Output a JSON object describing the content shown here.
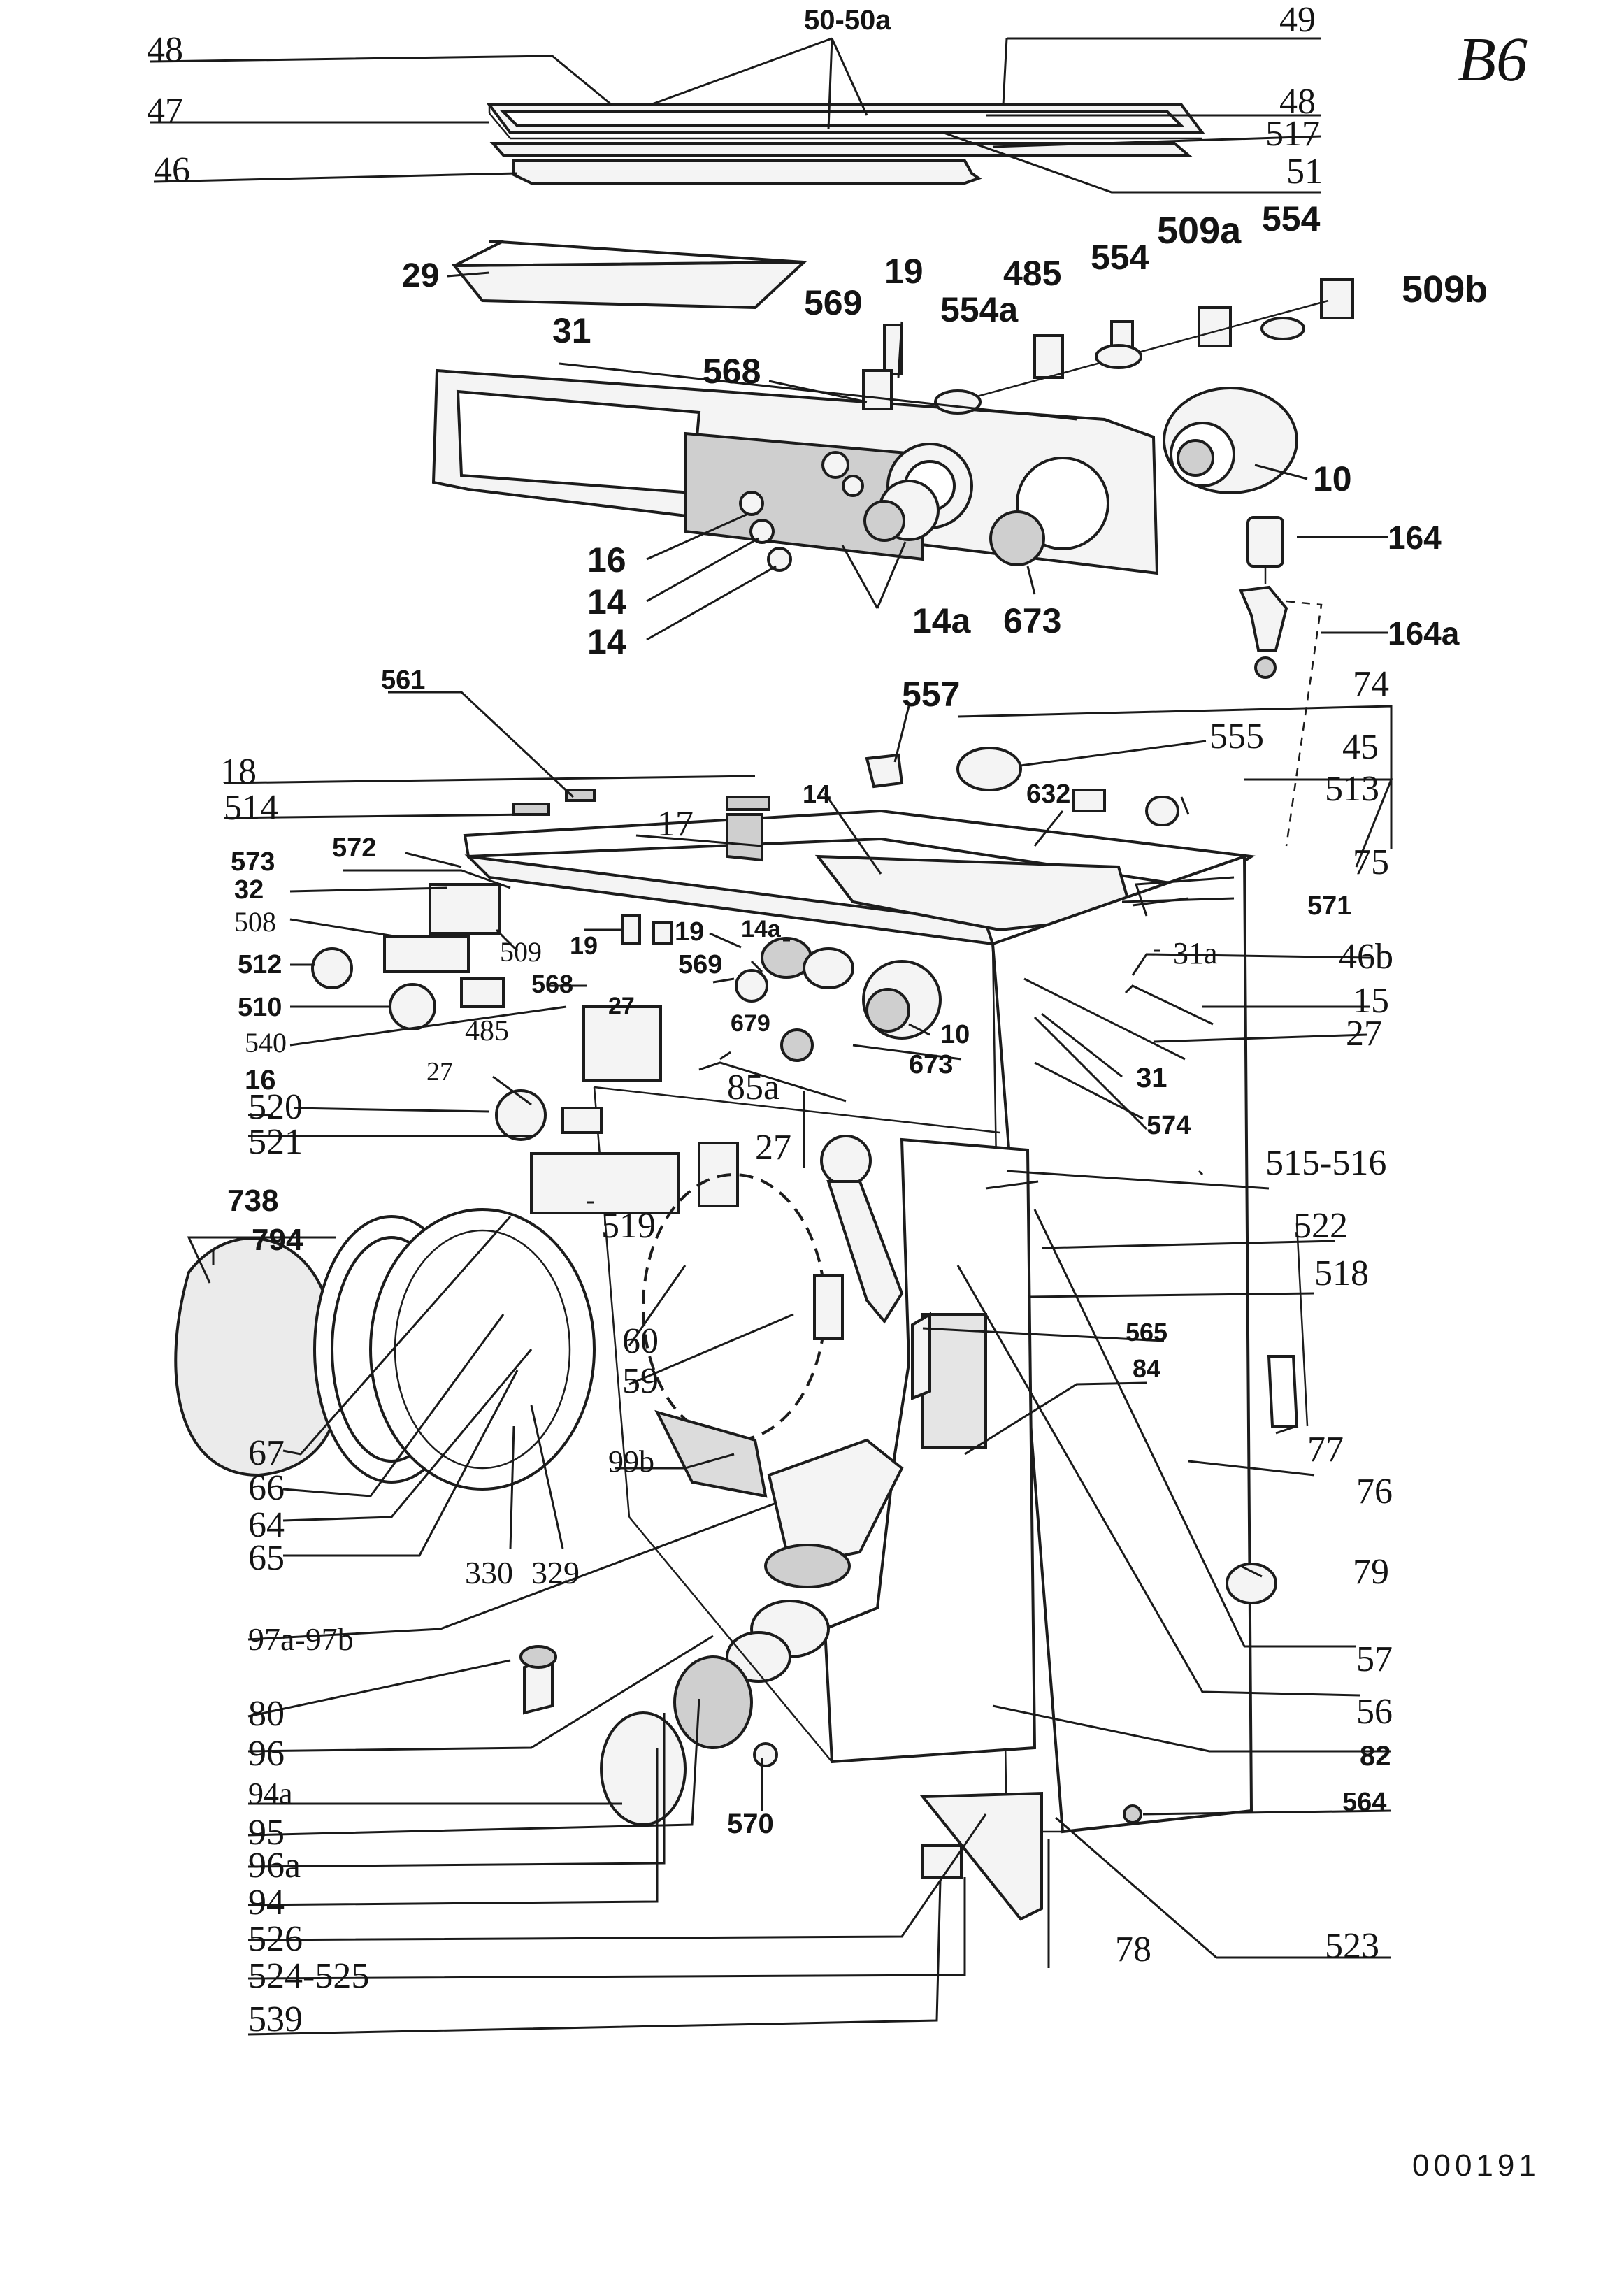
{
  "page": {
    "corner_code": "B6",
    "document_number": "000191"
  },
  "labels": {
    "l_50_50a": "50-50a",
    "l_49": "49",
    "l_48_top": "48",
    "l_47": "47",
    "l_48_right": "48",
    "l_517": "517",
    "l_46": "46",
    "l_51": "51",
    "l_29": "29",
    "l_509a": "509a",
    "l_554_a": "554",
    "l_554_b": "554",
    "l_509b": "509b",
    "l_19_top": "19",
    "l_485_top": "485",
    "l_569_top": "569",
    "l_554a": "554a",
    "l_31_top": "31",
    "l_568_top": "568",
    "l_10_top": "10",
    "l_16_top": "16",
    "l_14_a": "14",
    "l_14_b": "14",
    "l_14a_top": "14a",
    "l_673_top": "673",
    "l_164": "164",
    "l_164a": "164a",
    "l_561": "561",
    "l_557": "557",
    "l_74": "74",
    "l_555": "555",
    "l_18": "18",
    "l_45": "45",
    "l_514": "514",
    "l_14_mid": "14",
    "l_632": "632",
    "l_513": "513",
    "l_17": "17",
    "l_573": "573",
    "l_572": "572",
    "l_75": "75",
    "l_32": "32",
    "l_571": "571",
    "l_508": "508",
    "l_509": "509",
    "l_19_mid_a": "19",
    "l_19_mid_b": "19",
    "l_14a_mid": "14a",
    "l_31a": "31a",
    "l_46b": "46b",
    "l_512": "512",
    "l_568_mid": "568",
    "l_569_mid": "569",
    "l_510": "510",
    "l_27_a": "27",
    "l_679": "679",
    "l_10_mid": "10",
    "l_15": "15",
    "l_540": "540",
    "l_673_mid": "673",
    "l_27_b": "27",
    "l_485_mid": "485",
    "l_31_mid": "31",
    "l_16_mid": "16",
    "l_27_c": "27",
    "l_85a": "85a",
    "l_520": "520",
    "l_574": "574",
    "l_521": "521",
    "l_27_d": "27",
    "l_515_516": "515-516",
    "l_738": "738",
    "l_794": "794",
    "l_519": "519",
    "l_522": "522",
    "l_518": "518",
    "l_565": "565",
    "l_60": "60",
    "l_84": "84",
    "l_59": "59",
    "l_99b": "99b",
    "l_77": "77",
    "l_67": "67",
    "l_66": "66",
    "l_76": "76",
    "l_64": "64",
    "l_65": "65",
    "l_330": "330",
    "l_329": "329",
    "l_79": "79",
    "l_97a_97b": "97a-97b",
    "l_57": "57",
    "l_80": "80",
    "l_56": "56",
    "l_96": "96",
    "l_82": "82",
    "l_94a": "94a",
    "l_570": "570",
    "l_564": "564",
    "l_95": "95",
    "l_96a": "96a",
    "l_94": "94",
    "l_526": "526",
    "l_523": "523",
    "l_78": "78",
    "l_524_525": "524-525",
    "l_539": "539"
  }
}
